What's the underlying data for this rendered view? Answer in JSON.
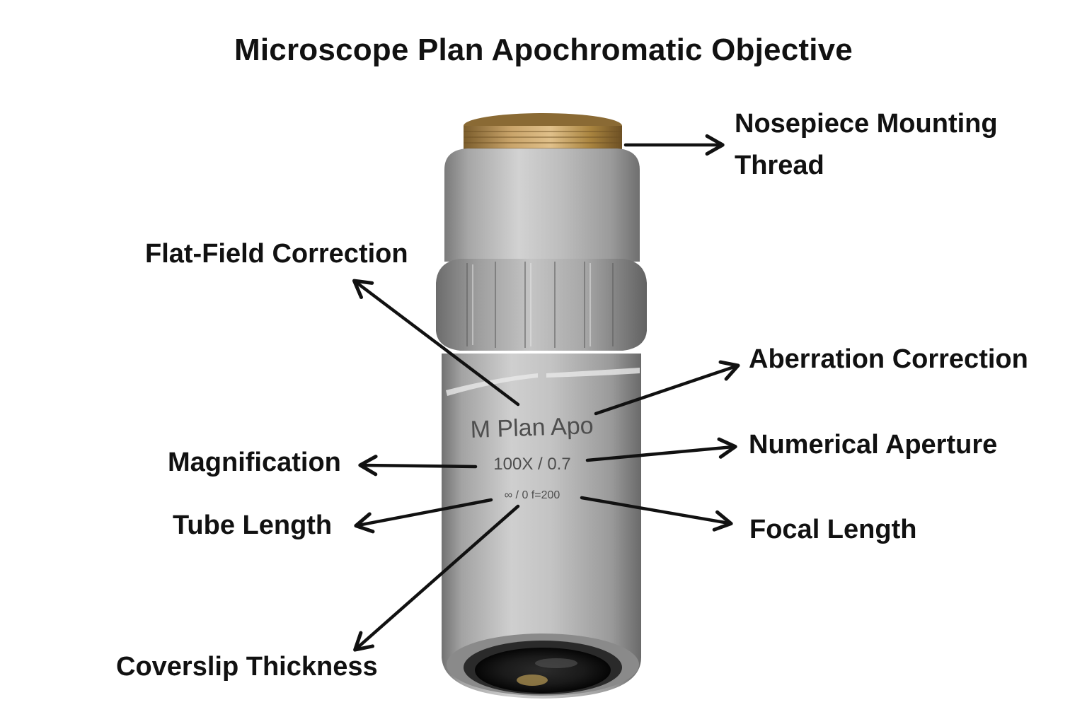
{
  "title": "Microscope Plan Apochromatic Objective",
  "colors": {
    "ink": "#111111",
    "barrel": "#a9a9a9",
    "thread": "#b08a4a"
  },
  "engraving": {
    "line1": "M Plan Apo",
    "line2": "100X / 0.7",
    "line3": "∞ / 0 f=200"
  },
  "labels": {
    "nosepiece_line1": "Nosepiece Mounting",
    "nosepiece_line2": "Thread",
    "flat_field": "Flat-Field Correction",
    "aberration": "Aberration Correction",
    "numerical_aperture": "Numerical Aperture",
    "magnification": "Magnification",
    "tube_length": "Tube Length",
    "focal_length": "Focal Length",
    "coverslip": "Coverslip Thickness"
  }
}
